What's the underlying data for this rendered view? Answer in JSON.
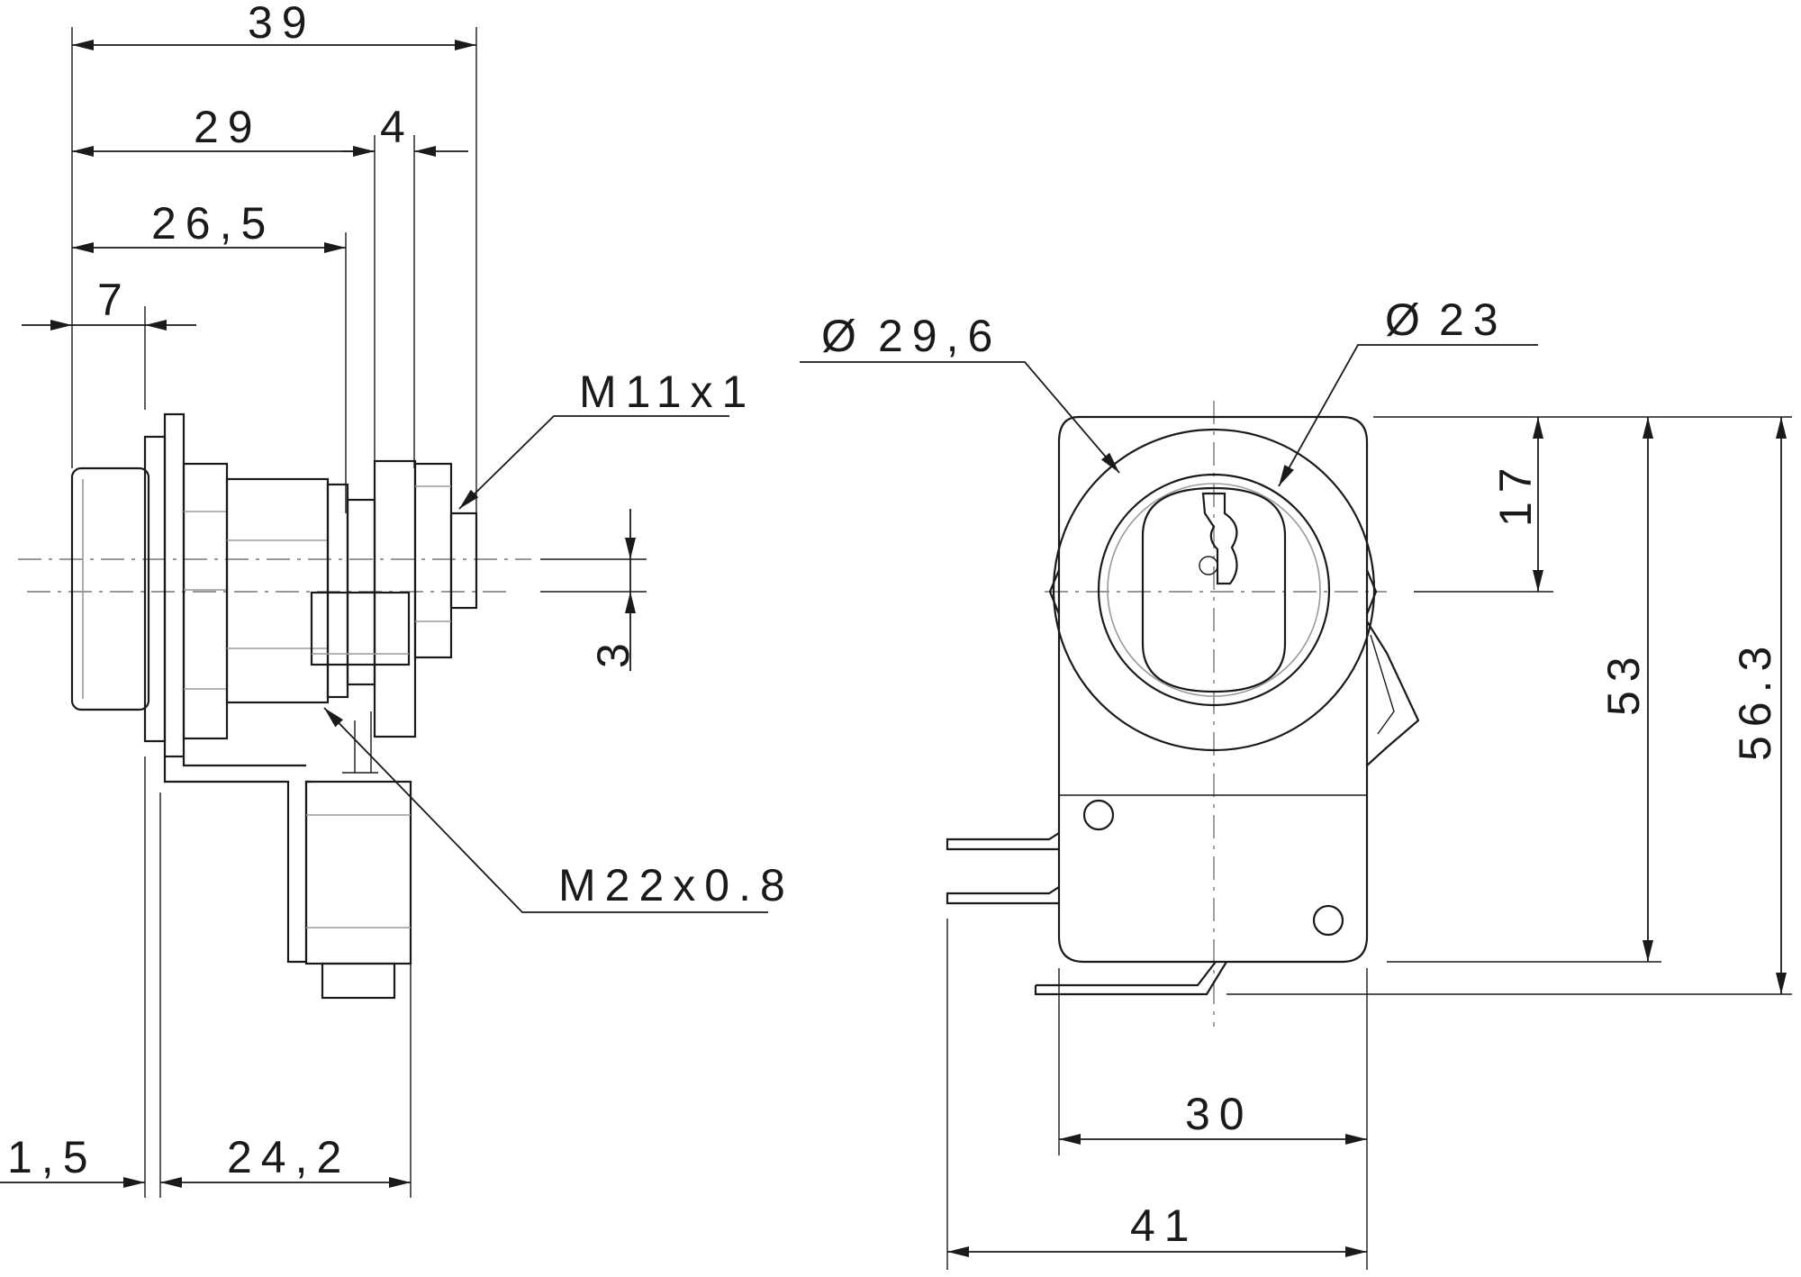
{
  "side_view": {
    "dim_overall_length": "39",
    "dim_29": "29",
    "dim_4": "4",
    "dim_26_5": "26,5",
    "dim_7": "7",
    "dim_1_5": "1,5",
    "dim_24_2": "24,2",
    "dim_offset_3": "3",
    "thread_small": "M11x1",
    "thread_large": "M22x0.8"
  },
  "front_view": {
    "dia_outer": "29,6",
    "dia_inner": "23",
    "dia_symbol": "Ø",
    "dim_17": "17",
    "dim_53": "53",
    "dim_56_3": "56.3",
    "dim_width_30": "30",
    "dim_width_41": "41"
  }
}
